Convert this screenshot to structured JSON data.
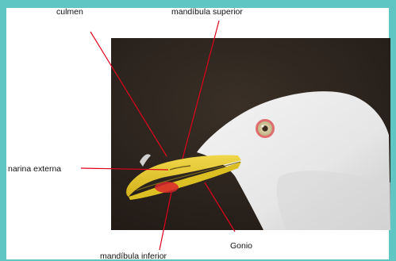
{
  "labels": {
    "culmen": "culmen",
    "mandibula_superior": "mandíbula superior",
    "narina_externa": "narina externa",
    "gonio": "Gonio",
    "mandibula_inferior": "mandíbula inferior"
  },
  "colors": {
    "background": "#5fc6c4",
    "panel": "#ffffff",
    "photo_background": "#2b231d",
    "leader_line": "#e0001b",
    "beak": "#e7cc2a",
    "beak_spot": "#d8262a"
  }
}
